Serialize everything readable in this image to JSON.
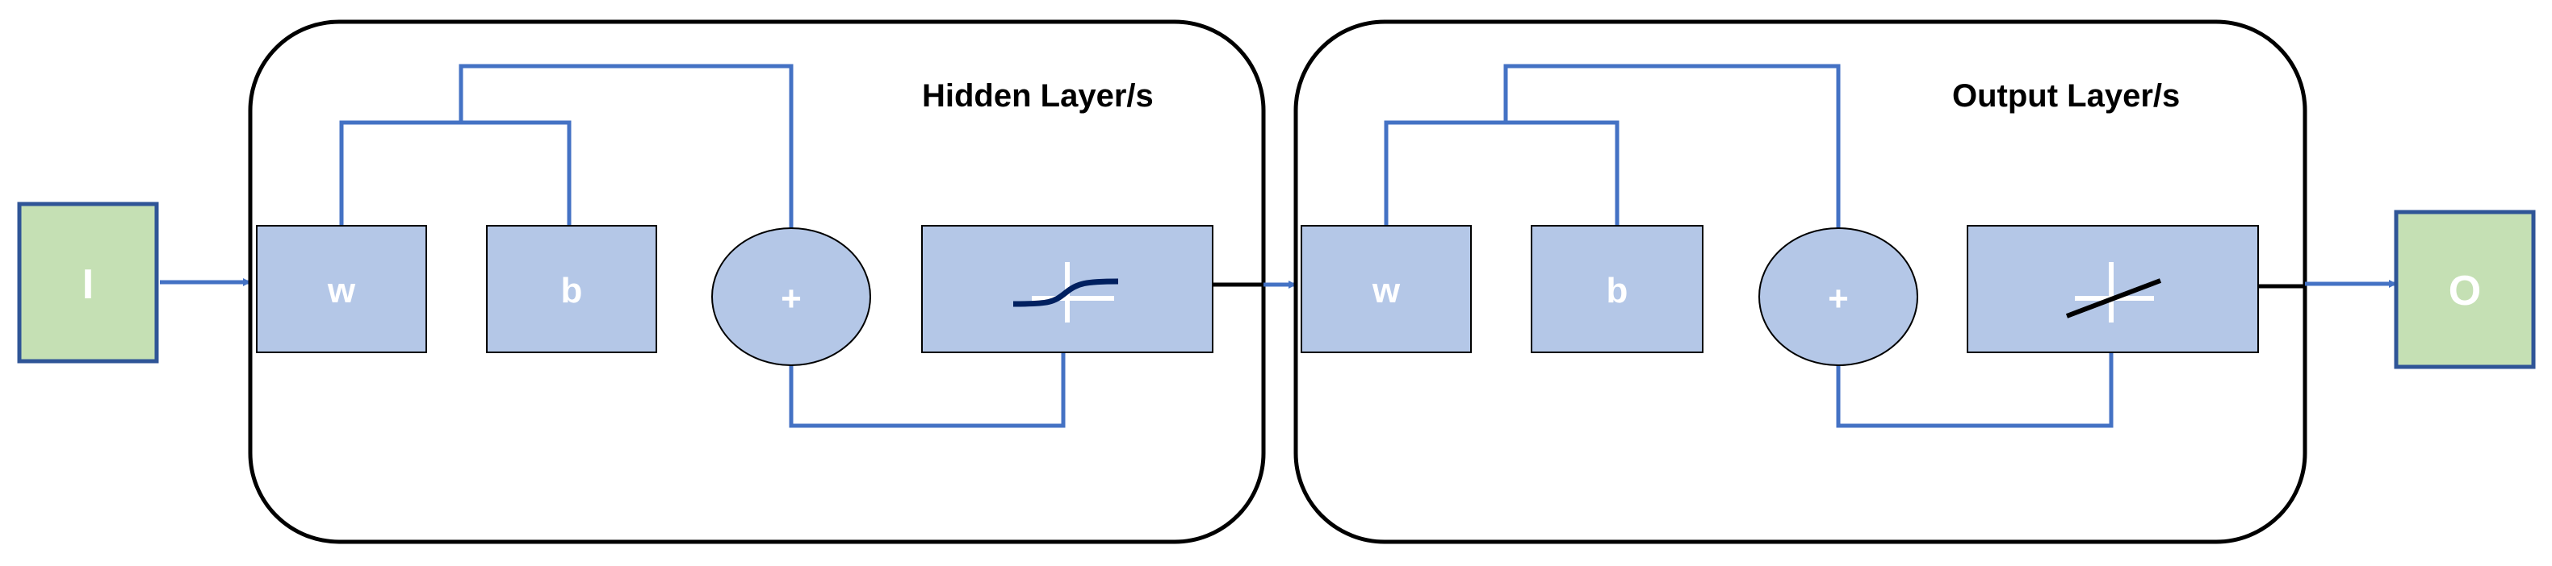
{
  "input": {
    "label": "I"
  },
  "output": {
    "label": "O"
  },
  "layers": [
    {
      "title": "Hidden Layer/s",
      "weight_label": "w",
      "bias_label": "b",
      "sum_label": "+",
      "activation_icon": "sigmoid-curve-icon"
    },
    {
      "title": "Output Layer/s",
      "weight_label": "w",
      "bias_label": "b",
      "sum_label": "+",
      "activation_icon": "linear-line-icon"
    }
  ],
  "colors": {
    "input_output_fill": "#c5e0b4",
    "input_output_stroke": "#2f5597",
    "block_fill": "#b4c7e7",
    "connector": "#4472c4",
    "frame": "#000000",
    "sigmoid": "#002060"
  }
}
